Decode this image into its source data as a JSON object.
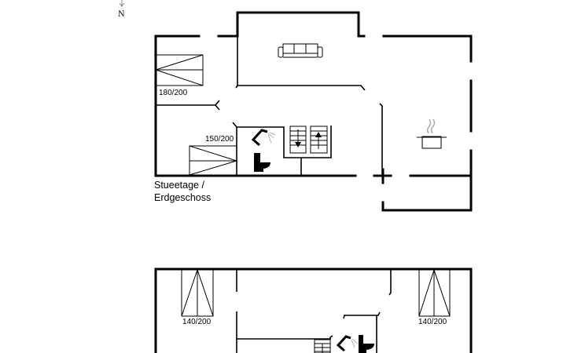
{
  "compass": {
    "label": "N",
    "icon": "north-arrow-icon"
  },
  "ground_floor": {
    "label_line1": "Stueetage /",
    "label_line2": "Erdgeschoss",
    "beds": [
      "180/200",
      "150/200"
    ],
    "icons": [
      "sofa-icon",
      "shower-icon",
      "toilet-icon",
      "stairs-down-icon",
      "stairs-up-icon",
      "cooking-pot-icon"
    ]
  },
  "first_floor": {
    "beds": [
      "140/200",
      "140/200"
    ],
    "icons": [
      "stairs-icon",
      "shower-icon",
      "toilet-icon"
    ]
  }
}
